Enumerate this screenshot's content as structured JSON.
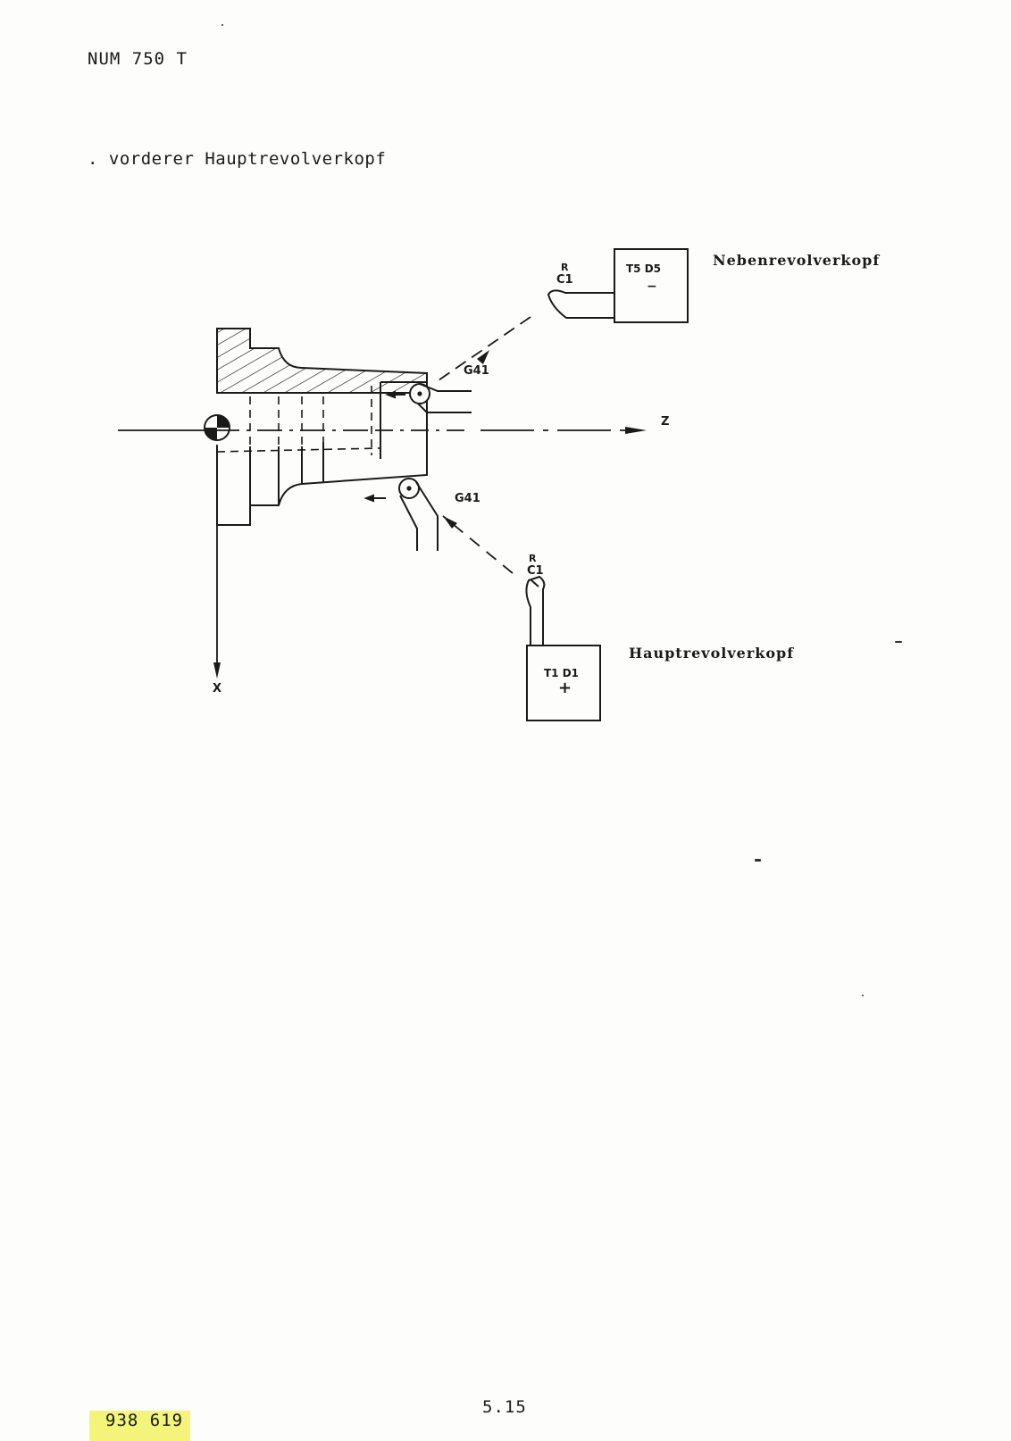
{
  "header": {
    "title": "NUM 750 T"
  },
  "subtitle": ". vorderer Hauptrevolverkopf",
  "diagram": {
    "upper_turret": {
      "label": "Nebenrevolverkopf",
      "code": "T5 D5",
      "sign": "−",
      "radius_label_r": "R",
      "radius_label_c": "C1"
    },
    "lower_turret": {
      "label": "Hauptrevolverkopf",
      "code": "T1 D1",
      "sign": "+",
      "radius_label_r": "R",
      "radius_label_c": "C1"
    },
    "compensation_upper": "G41",
    "compensation_lower": "G41",
    "axis_z": "Z",
    "axis_x": "X"
  },
  "footer": {
    "page_number": "5.15",
    "doc_number": "938 619"
  }
}
